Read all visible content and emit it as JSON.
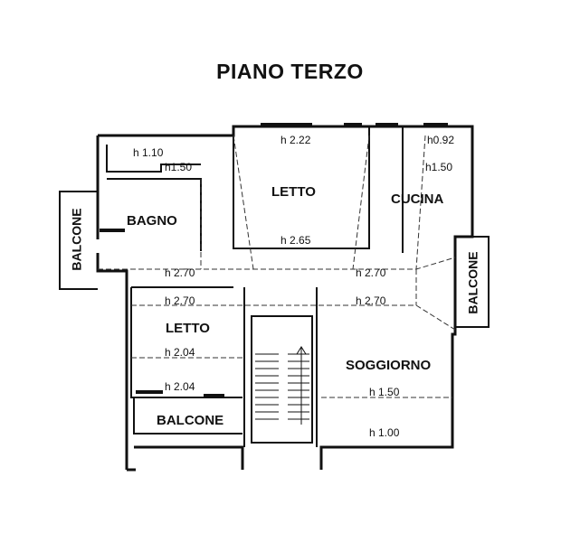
{
  "title": "PIANO TERZO",
  "rooms": {
    "letto_top": "LETTO",
    "cucina": "CUCINA",
    "bagno": "BAGNO",
    "letto_left": "LETTO",
    "soggiorno": "SOGGIORNO",
    "balcone_bottom": "BALCONE",
    "balcone_left": "BALCONE",
    "balcone_right": "BALCONE"
  },
  "heights": {
    "h110": "h 1.10",
    "h150_bagno": "h1.50",
    "h222": "h 2.22",
    "h265": "h 2.65",
    "h092": "h0.92",
    "h150_cucina": "h1.50",
    "h270_a": "h 2.70",
    "h270_b": "h 2.70",
    "h270_c": "h 2.70",
    "h270_d": "h 2.70",
    "h204_a": "h 2.04",
    "h204_b": "h 2.04",
    "h150_sogg": "h 1.50",
    "h100": "h 1.00"
  }
}
